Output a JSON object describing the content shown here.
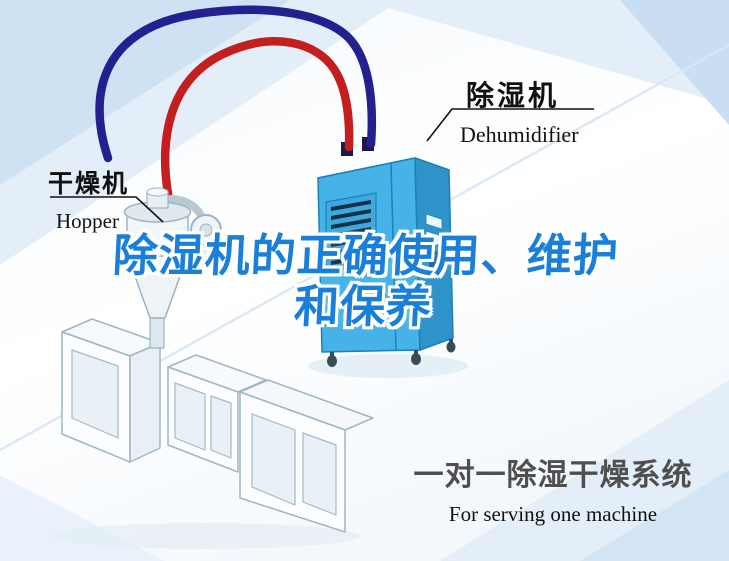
{
  "title": {
    "line1": "除湿机的正确使用、维护",
    "line2": "和保养"
  },
  "machine_labels": {
    "dehumidifier": {
      "cn": "除湿机",
      "en": "Dehumidifier"
    },
    "hopper": {
      "cn": "干燥机",
      "en": "Hopper"
    }
  },
  "caption": {
    "cn": "一对一除湿干燥系统",
    "en": "For serving one machine"
  },
  "colors": {
    "title_blue": "#1a7fd9",
    "pipe_navy": "#23208f",
    "pipe_red": "#c41f1f",
    "cabinet_blue": "#45b3e8",
    "caption_gray": "#4f4f4f"
  },
  "icons": {
    "dehumidifier_machine": "blue cabinet dehumidifier illustration",
    "hopper_machine": "extruder with hopper funnel illustration",
    "pipes": "red supply hose and navy return hose"
  }
}
